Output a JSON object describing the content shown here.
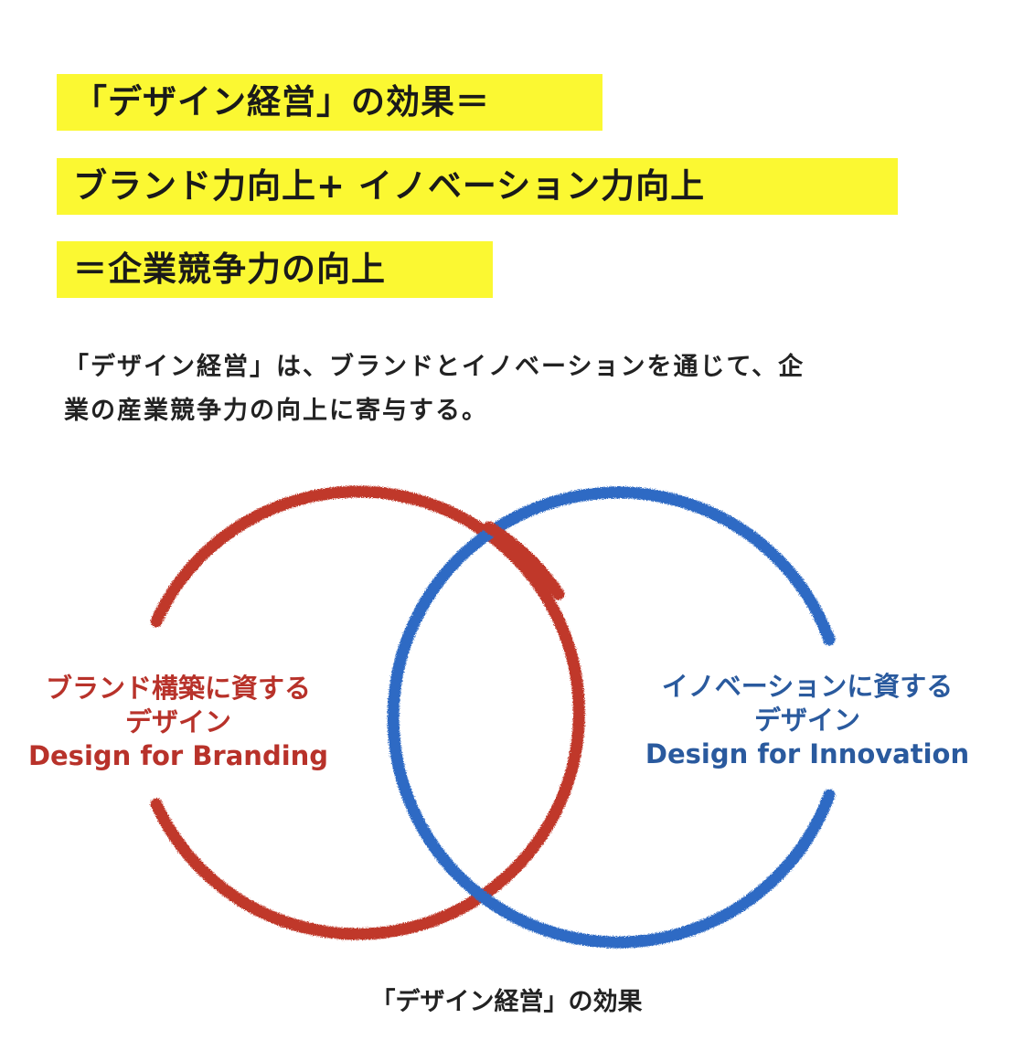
{
  "headlines": [
    "「デザイン経営」の効果＝",
    "ブランド力向上+ イノベーション力向上",
    "＝企業競争力の向上"
  ],
  "body": {
    "line1": "「デザイン経営」は、ブランドとイノベーションを通じて、企",
    "line2": "業の産業競争力の向上に寄与する。"
  },
  "diagram": {
    "branding": {
      "line1": "ブランド構築に資する",
      "line2": "デザイン",
      "line3": "Design for Branding",
      "color": "#b8322a"
    },
    "innovation": {
      "line1": "イノベーションに資する",
      "line2": "デザイン",
      "line3": "Design for Innovation",
      "color": "#2a5a9e"
    },
    "caption": "「デザイン経営」の効果"
  },
  "colors": {
    "highlight": "#fbf832",
    "branding_ring": "#c0392b",
    "innovation_ring": "#2f6bc4"
  }
}
